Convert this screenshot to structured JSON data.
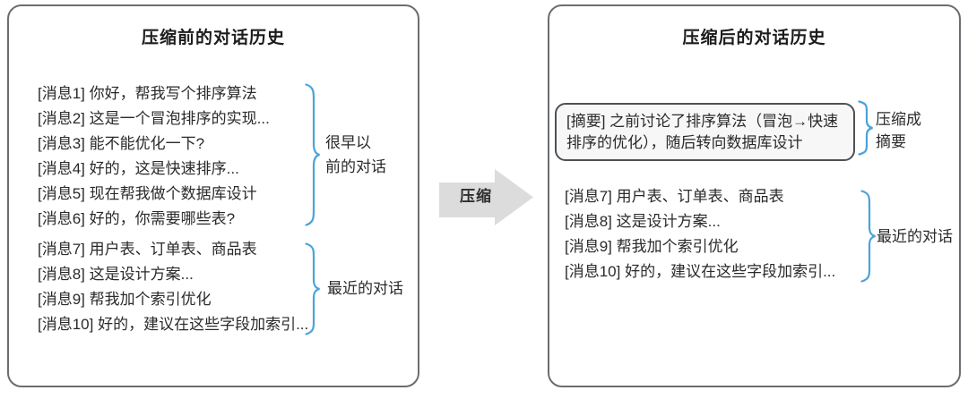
{
  "left_panel": {
    "title": "压缩前的对话历史",
    "messages": [
      "[消息1] 你好，帮我写个排序算法",
      "[消息2] 这是一个冒泡排序的实现...",
      "[消息3] 能不能优化一下?",
      "[消息4] 好的，这是快速排序...",
      "[消息5] 现在帮我做个数据库设计",
      "[消息6] 好的，你需要哪些表?",
      "[消息7] 用户表、订单表、商品表",
      "[消息8] 这是设计方案...",
      "[消息9] 帮我加个索引优化",
      "[消息10] 好的，建议在这些字段加索引..."
    ],
    "groups": [
      {
        "label_lines": [
          "很早以",
          "前的对话"
        ]
      },
      {
        "label_lines": [
          "最近的对话"
        ]
      }
    ]
  },
  "arrow": {
    "label": "压缩"
  },
  "right_panel": {
    "title": "压缩后的对话历史",
    "summary": "[摘要] 之前讨论了排序算法（冒泡→快速排序的优化），随后转向数据库设计",
    "summary_group": {
      "label_lines": [
        "压缩成",
        "摘要"
      ]
    },
    "messages": [
      "[消息7] 用户表、订单表、商品表",
      "[消息8] 这是设计方案...",
      "[消息9] 帮我加个索引优化",
      "[消息10] 好的，建议在这些字段加索引..."
    ],
    "recent_group": {
      "label_lines": [
        "最近的对话"
      ]
    }
  },
  "colors": {
    "brace": "#4aa3da",
    "panel_border": "#6a6d71",
    "summary_border": "#4e5154",
    "summary_background": "#f7f7f8",
    "arrow_fill": "#dcdcdc",
    "text": "#2a2a2a"
  }
}
